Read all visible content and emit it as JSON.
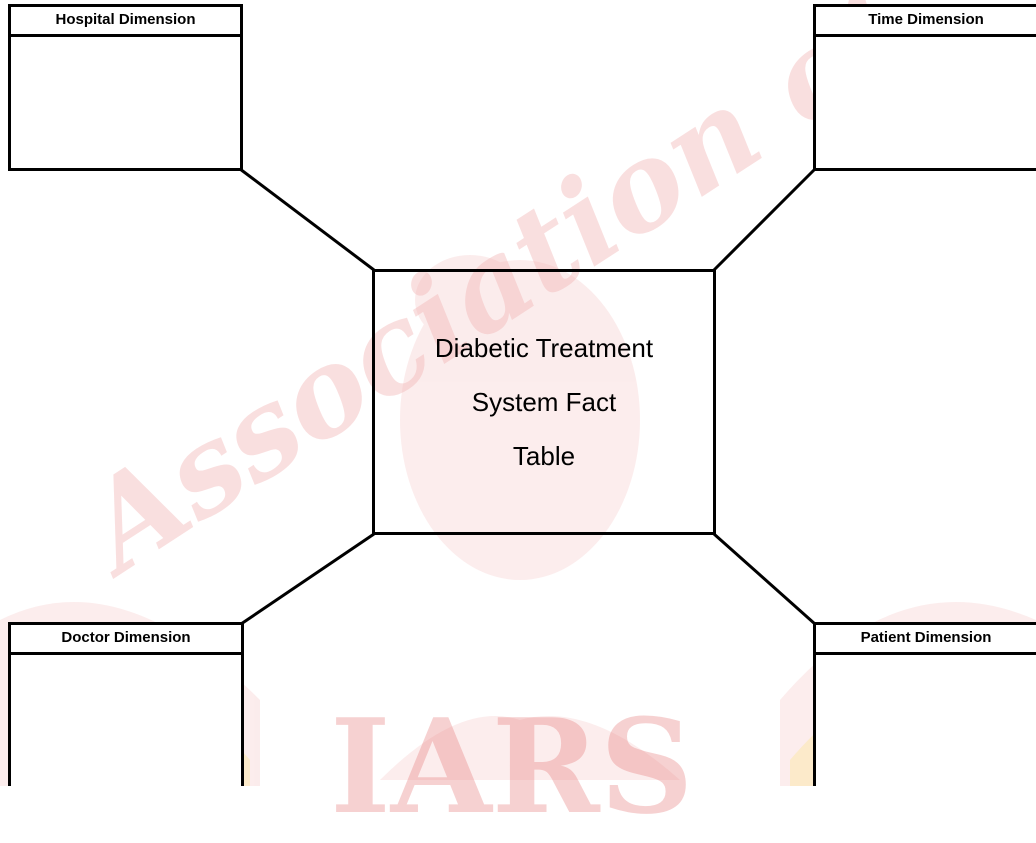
{
  "fact_table": {
    "lines": [
      "Diabetic Treatment",
      "System Fact",
      "Table"
    ]
  },
  "dimensions": {
    "hospital": {
      "title": "Hospital Dimension"
    },
    "time": {
      "title": "Time Dimension"
    },
    "doctor": {
      "title": "Doctor Dimension"
    },
    "patient": {
      "title": "Patient Dimension"
    }
  },
  "watermark": {
    "text": "Association of",
    "acronym": "IARS",
    "color": "#f3b9b9"
  },
  "colors": {
    "line": "#000000",
    "background": "#ffffff"
  }
}
